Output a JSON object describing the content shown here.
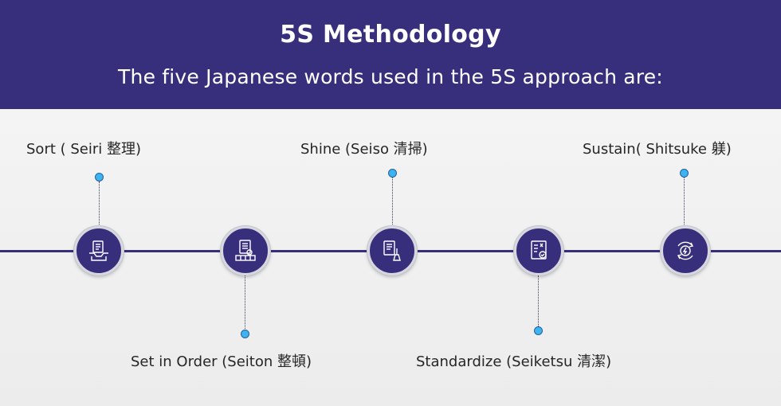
{
  "header": {
    "title": "5S Methodology",
    "subtitle": "The five Japanese words used in the 5S approach  are:"
  },
  "steps": [
    {
      "label": "Sort ( Seiri 整理)",
      "icon": "sort-icon"
    },
    {
      "label": "Set in Order (Seiton 整頓)",
      "icon": "set-in-order-icon"
    },
    {
      "label": "Shine (Seiso 清掃)",
      "icon": "shine-icon"
    },
    {
      "label": "Standardize (Seiketsu 清潔)",
      "icon": "standardize-icon"
    },
    {
      "label": "Sustain( Shitsuke 躾)",
      "icon": "sustain-icon"
    }
  ],
  "colors": {
    "header_bg": "#382f7c",
    "node_bg": "#382f7c",
    "dot": "#3db4f2",
    "text": "#262626"
  }
}
